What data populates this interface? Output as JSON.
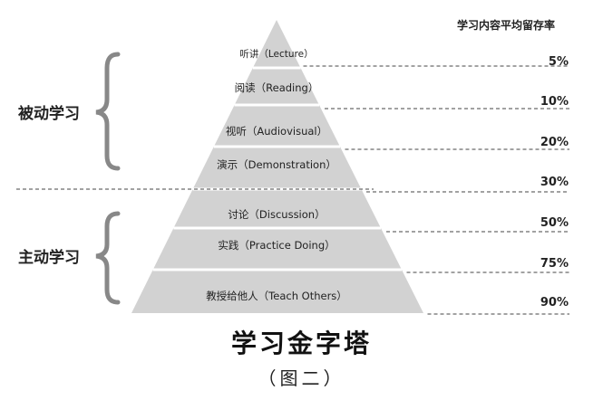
{
  "header": {
    "retention_label": "学习内容平均留存率"
  },
  "groups": [
    {
      "label": "被动学习"
    },
    {
      "label": "主动学习"
    }
  ],
  "levels": [
    {
      "label": "听讲（Lecture）",
      "retention": "5%"
    },
    {
      "label": "阅读（Reading）",
      "retention": "10%"
    },
    {
      "label": "视听（Audiovisual）",
      "retention": "20%"
    },
    {
      "label": "演示（Demonstration）",
      "retention": "30%"
    },
    {
      "label": "讨论（Discussion）",
      "retention": "50%"
    },
    {
      "label": "实践（Practice Doing）",
      "retention": "75%"
    },
    {
      "label": "教授给他人（Teach Others）",
      "retention": "90%"
    }
  ],
  "caption": {
    "title": "学习金字塔",
    "subtitle": "（图二）"
  },
  "colors": {
    "pyramid_fill": "#d2d2d2",
    "band_separator": "#ffffff",
    "dashed_line": "#444444",
    "bracket": "#888888",
    "text": "#222222"
  }
}
